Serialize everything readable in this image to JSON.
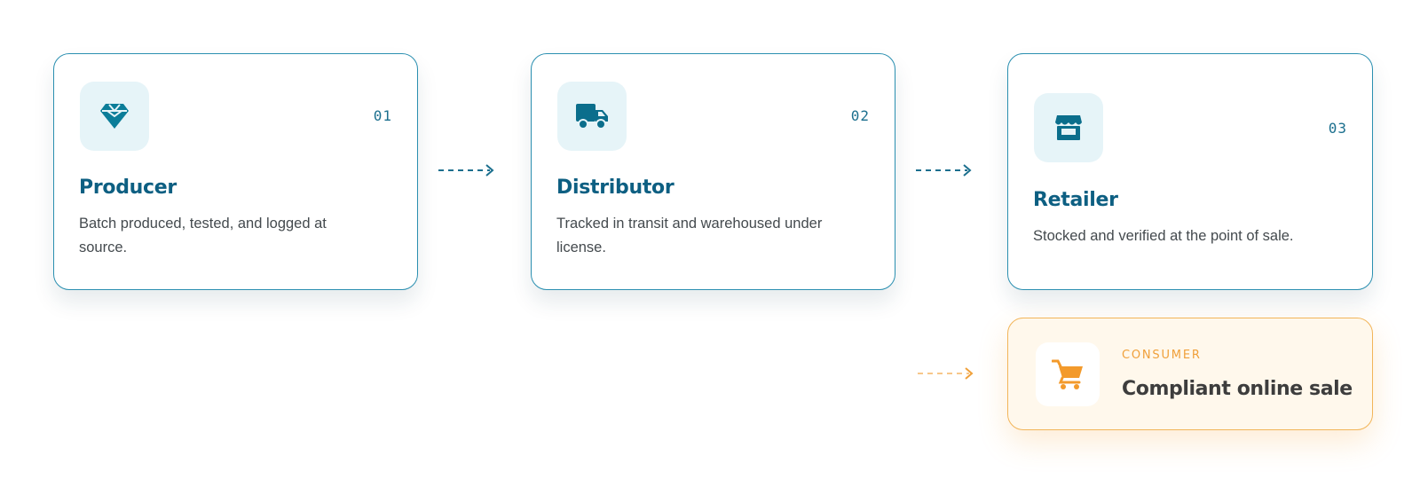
{
  "steps": [
    {
      "number": "01",
      "title": "Producer",
      "description": "Batch produced, tested, and logged at source.",
      "icon": "gem-icon"
    },
    {
      "number": "02",
      "title": "Distributor",
      "description": "Tracked in transit and warehoused under license.",
      "icon": "truck-icon"
    },
    {
      "number": "03",
      "title": "Retailer",
      "description": "Stocked and verified at the point of sale.",
      "icon": "store-icon"
    }
  ],
  "consumer": {
    "label": "CONSUMER",
    "title": "Compliant online sale",
    "icon": "cart-icon"
  },
  "colors": {
    "primary": "#0d5f82",
    "border": "#2a8fb0",
    "icon_bg": "#e6f4f8",
    "accent": "#f0a03a"
  }
}
